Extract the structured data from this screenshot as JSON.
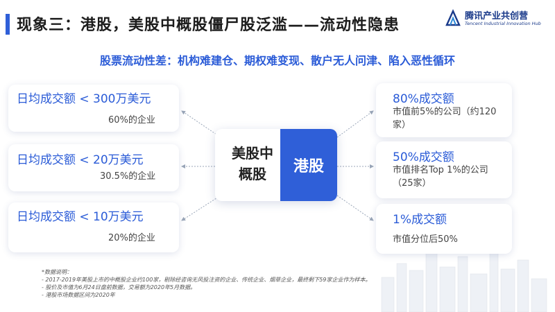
{
  "header": {
    "title": "现象三：港股，美股中概股僵尸股泛滥——流动性隐患",
    "subtitle": "股票流动性差：机构难建仓、期权难变现、散户无人问津、陷入恶性循环"
  },
  "logo": {
    "name_cn": "腾讯产业共创营",
    "name_en": "Tencent Industrial Innovation Hub"
  },
  "center": {
    "left_label": "美股中概股",
    "right_label": "港股"
  },
  "left_cards": [
    {
      "head": "日均成交额 < 300万美元",
      "sub": "60%的企业"
    },
    {
      "head": "日均成交额 < 20万美元",
      "sub": "30.5%的企业"
    },
    {
      "head": "日均成交额 < 10万美元",
      "sub": "20%的企业"
    }
  ],
  "right_cards": [
    {
      "head": "80%成交额",
      "sub": "市值前5%的公司（约120家）"
    },
    {
      "head": "50%成交额",
      "sub": "市值排名Top 1%的公司（25家）"
    },
    {
      "head": "1%成交额",
      "sub": "市值分位后50%"
    }
  ],
  "notes": {
    "heading": "*数据说明：",
    "lines": [
      "- 2017-2019年美股上市的中概股企业约100家，剔除经咨询无风投注资的企业、传统企业、烟草企业，最终剩下59家企业作为样本。",
      "- 股价及市值为6月24日盘前数据，交易额为2020年5月数据。",
      "- 港股市场数据区间为2020年"
    ]
  },
  "colors": {
    "accent": "#2a5bd7",
    "accent_fill": "#2f5fd8",
    "text_dark": "#1c1c1c"
  }
}
